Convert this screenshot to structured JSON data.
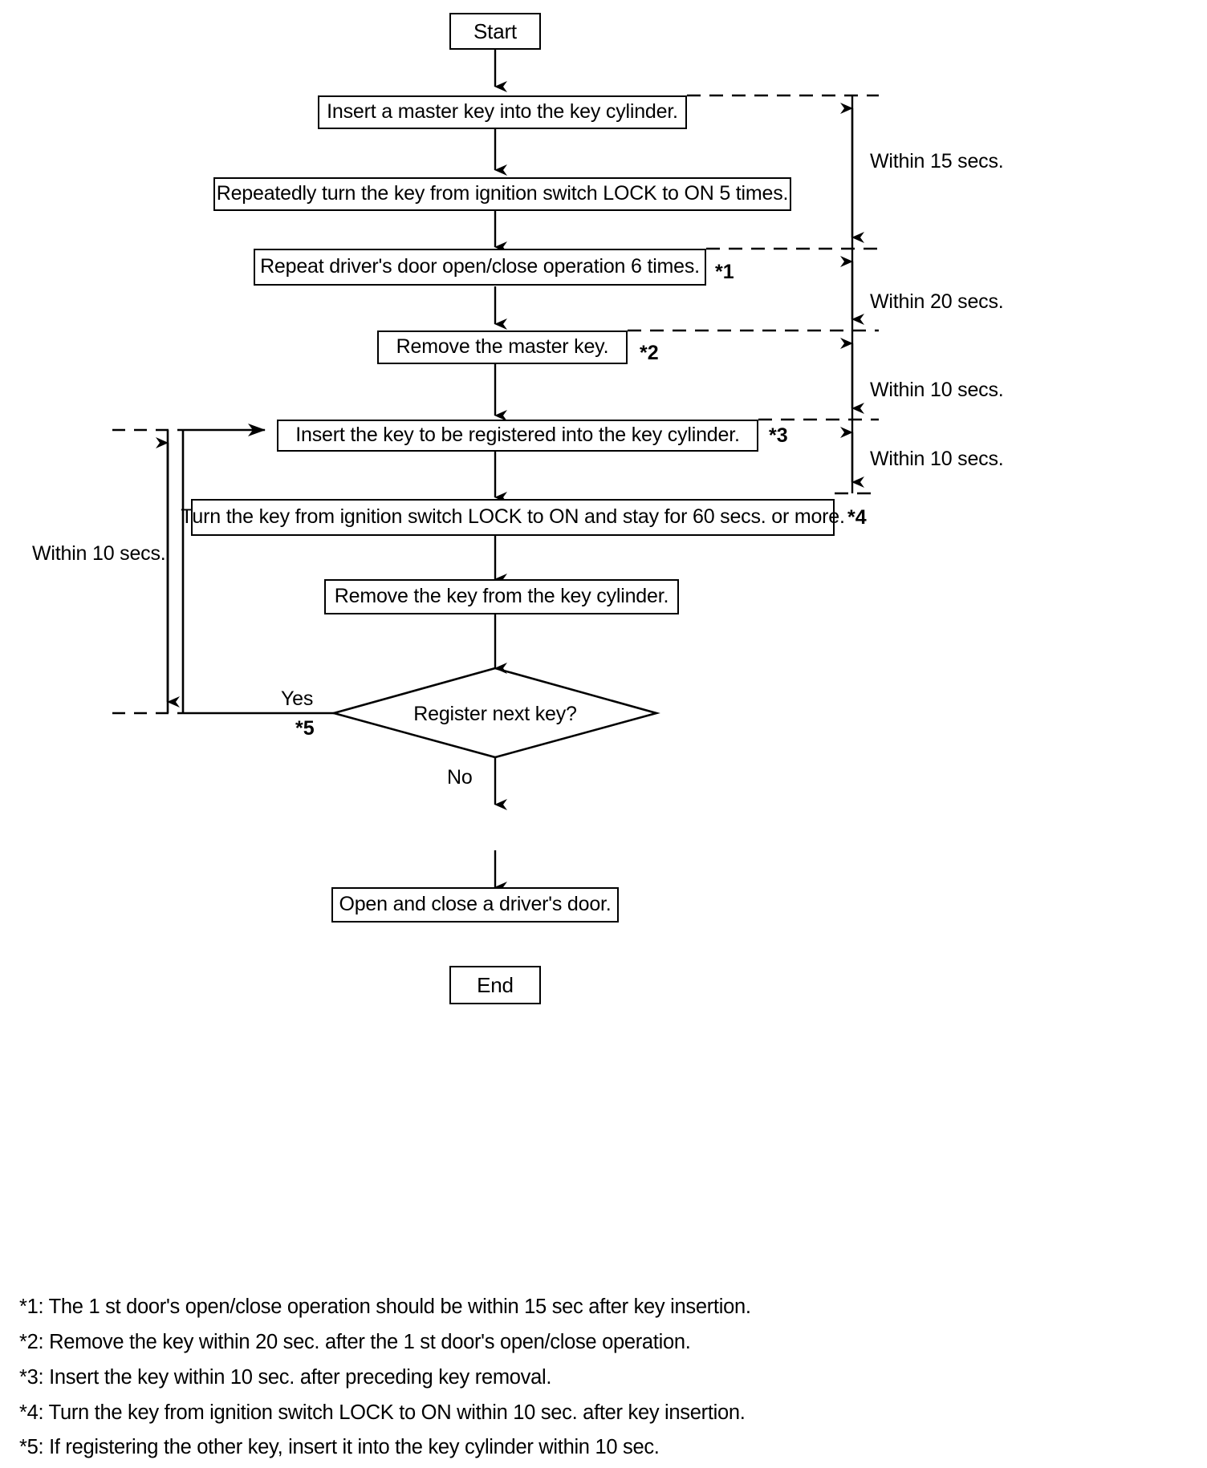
{
  "diagram": {
    "title": "Key registration procedure flowchart",
    "nodes": {
      "start": "Start",
      "insert_master": "Insert a master key into the key cylinder.",
      "turn_key_5": "Repeatedly turn the key from ignition switch LOCK to ON 5 times.",
      "door_6": "Repeat driver's door open/close operation 6 times.",
      "remove_master": "Remove the master key.",
      "insert_register": "Insert the key to be registered into the key cylinder.",
      "turn_60": "Turn the key from ignition switch LOCK to ON and stay for 60 secs. or more.",
      "remove_key": "Remove the key from the key cylinder.",
      "decision": "Register next key?",
      "open_close_door": "Open and close a driver's door.",
      "end": "End"
    },
    "edge_labels": {
      "yes": "Yes",
      "no": "No"
    },
    "ref_marks": {
      "m1": "*1",
      "m2": "*2",
      "m3": "*3",
      "m4": "*4",
      "m5": "*5"
    },
    "timings": {
      "t15": "Within 15 secs.",
      "t20": "Within 20 secs.",
      "t10a": "Within 10 secs.",
      "t10b": "Within 10 secs.",
      "t10_left": "Within 10 secs."
    }
  },
  "footnotes": [
    "*1: The 1 st door's open/close operation should be within 15 sec after key insertion.",
    "*2: Remove the key within 20 sec. after the 1 st door's open/close operation.",
    "*3: Insert the key within 10 sec. after preceding key removal.",
    "*4: Turn the key from ignition switch LOCK to ON within 10 sec. after key insertion.",
    "*5: If registering the other key, insert it into the key cylinder within 10 sec."
  ],
  "colors": {
    "line": "#000000",
    "background": "#ffffff"
  }
}
